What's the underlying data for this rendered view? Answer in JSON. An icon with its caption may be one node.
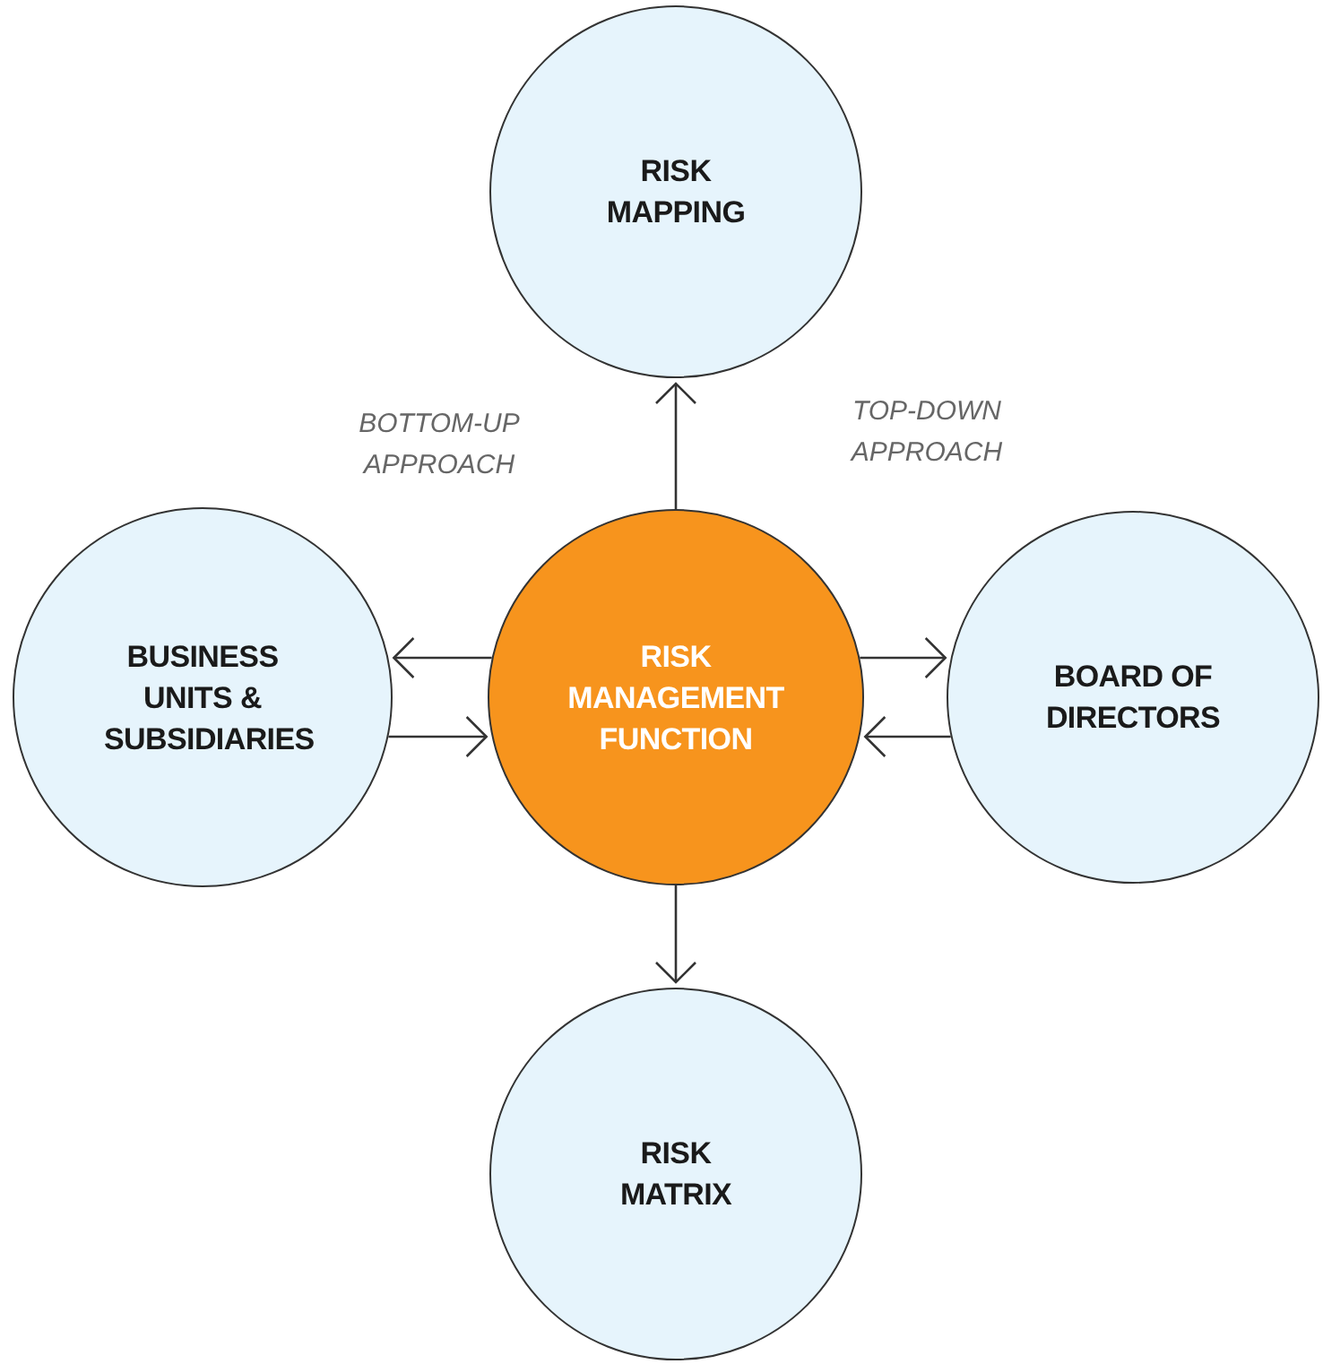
{
  "diagram": {
    "nodes": [
      {
        "text": [
          "RISK MAPPING"
        ]
      },
      {
        "text": [
          "BUSINESS UNITS & SUBSIDIARIES"
        ]
      },
      {
        "text": [
          "RISK MANAGEMENT FUNCTION"
        ]
      },
      {
        "text": [
          "BOARD OF DIRECTORS"
        ]
      },
      {
        "text": [
          "RISK MATRIX"
        ]
      }
    ],
    "edges": [
      {
        "from": 2,
        "to": 0,
        "arrow": "to"
      },
      {
        "from": 2,
        "to": 1,
        "arrow": "to"
      },
      {
        "from": 1,
        "to": 2,
        "arrow": "to"
      },
      {
        "from": 2,
        "to": 3,
        "arrow": "to"
      },
      {
        "from": 3,
        "to": 2,
        "arrow": "to"
      },
      {
        "from": 2,
        "to": 4,
        "arrow": "to"
      }
    ],
    "labels": [
      "BOTTOM-UP APPROACH",
      "TOP-DOWN APPROACH"
    ]
  }
}
